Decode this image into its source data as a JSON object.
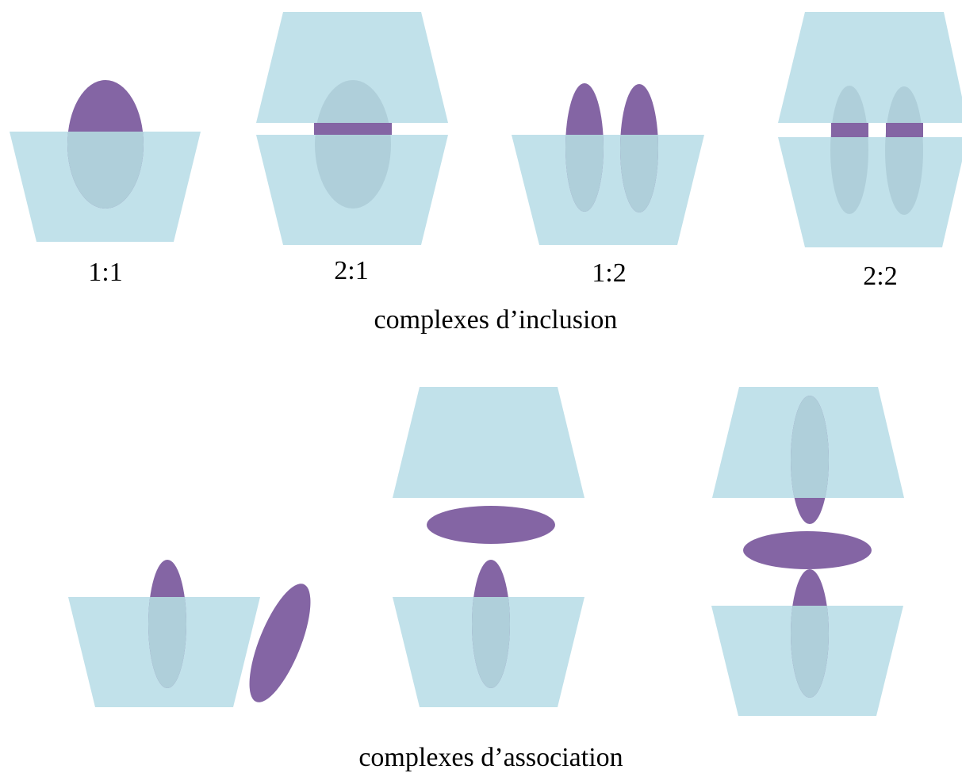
{
  "colors": {
    "host": "#c1e1ea",
    "guest": "#8465a4",
    "overlap": "#afcfda",
    "text": "#000000",
    "background": "#ffffff"
  },
  "inclusion": {
    "ratios": [
      "1:1",
      "2:1",
      "1:2",
      "2:2"
    ],
    "caption": "complexes d’inclusion"
  },
  "association": {
    "caption": "complexes d’association"
  }
}
